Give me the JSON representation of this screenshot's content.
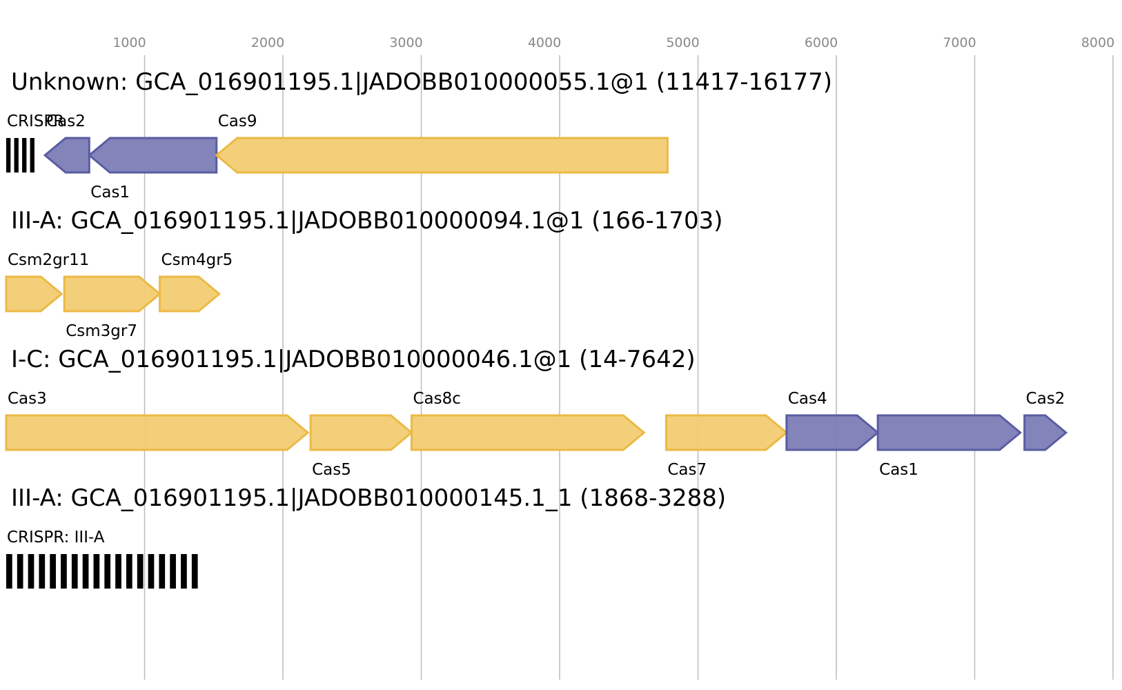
{
  "axis": {
    "ticks": [
      1000,
      2000,
      3000,
      4000,
      5000,
      6000,
      7000,
      8000
    ],
    "tick_labels": [
      "1000",
      "2000",
      "3000",
      "4000",
      "5000",
      "6000",
      "7000",
      "8000"
    ],
    "range": [
      0,
      8000
    ]
  },
  "colors": {
    "effector": "#f2cc72",
    "effector_stroke": "#ebb945",
    "adaptation": "#7b7db6",
    "adaptation_stroke": "#5a5ca2",
    "crispr": "#000000",
    "grid": "#bbbbbb"
  },
  "tracks": [
    {
      "title": "Unknown: GCA_016901195.1|JADOBB010000055.1@1 (11417-16177)",
      "features": [
        {
          "kind": "crispr",
          "label": "CRISPR",
          "start": 0,
          "end": 230,
          "repeats": 4
        },
        {
          "kind": "gene",
          "label": "Cas2",
          "start": 280,
          "end": 600,
          "strand": -1,
          "class": "adaptation",
          "label_pos": "above"
        },
        {
          "kind": "gene",
          "label": "Cas1",
          "start": 600,
          "end": 1520,
          "strand": -1,
          "class": "adaptation",
          "label_pos": "below"
        },
        {
          "kind": "gene",
          "label": "Cas9",
          "start": 1520,
          "end": 4780,
          "strand": -1,
          "class": "effector",
          "label_pos": "above"
        }
      ]
    },
    {
      "title": "III-A: GCA_016901195.1|JADOBB010000094.1@1 (166-1703)",
      "features": [
        {
          "kind": "gene",
          "label": "Csm2gr11",
          "start": 0,
          "end": 400,
          "strand": 1,
          "class": "effector",
          "label_pos": "above"
        },
        {
          "kind": "gene",
          "label": "Csm3gr7",
          "start": 420,
          "end": 1110,
          "strand": 1,
          "class": "effector",
          "label_pos": "below"
        },
        {
          "kind": "gene",
          "label": "Csm4gr5",
          "start": 1110,
          "end": 1540,
          "strand": 1,
          "class": "effector",
          "label_pos": "above"
        }
      ]
    },
    {
      "title": "I-C: GCA_016901195.1|JADOBB010000046.1@1 (14-7642)",
      "features": [
        {
          "kind": "gene",
          "label": "Cas3",
          "start": 0,
          "end": 2180,
          "strand": 1,
          "class": "effector",
          "label_pos": "above"
        },
        {
          "kind": "gene",
          "label": "Cas5",
          "start": 2200,
          "end": 2930,
          "strand": 1,
          "class": "effector",
          "label_pos": "below"
        },
        {
          "kind": "gene",
          "label": "Cas8c",
          "start": 2930,
          "end": 4610,
          "strand": 1,
          "class": "effector",
          "label_pos": "above"
        },
        {
          "kind": "gene",
          "label": "Cas7",
          "start": 4770,
          "end": 5640,
          "strand": 1,
          "class": "effector",
          "label_pos": "below"
        },
        {
          "kind": "gene",
          "label": "Cas4",
          "start": 5640,
          "end": 6300,
          "strand": 1,
          "class": "adaptation",
          "label_pos": "above"
        },
        {
          "kind": "gene",
          "label": "Cas1",
          "start": 6300,
          "end": 7330,
          "strand": 1,
          "class": "adaptation",
          "label_pos": "below"
        },
        {
          "kind": "gene",
          "label": "Cas2",
          "start": 7360,
          "end": 7660,
          "strand": 1,
          "class": "adaptation",
          "label_pos": "above"
        }
      ]
    },
    {
      "title": "III-A: GCA_016901195.1|JADOBB010000145.1_1 (1868-3288)",
      "features": [
        {
          "kind": "crispr",
          "label": "CRISPR: III-A",
          "start": 0,
          "end": 1420,
          "repeats": 18
        }
      ]
    }
  ]
}
